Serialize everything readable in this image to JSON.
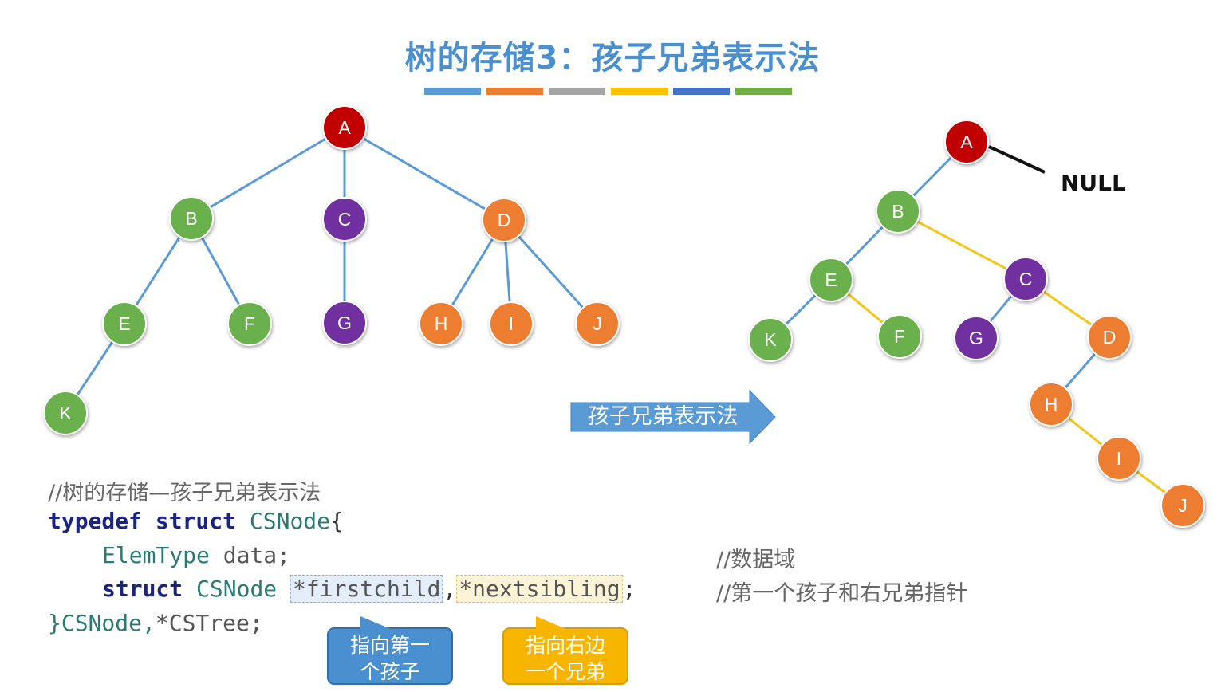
{
  "title": "树的存储3：孩子兄弟表示法",
  "bar_colors": [
    "#5b9bd5",
    "#ed7d31",
    "#a5a5a5",
    "#ffc000",
    "#4472c4",
    "#70ad47"
  ],
  "colors": {
    "red": "#c00000",
    "green": "#6ab04c",
    "purple": "#7030a0",
    "orange": "#ed7d31",
    "tree_edge": "#5b9bd5",
    "sibling_edge": "#f5c518"
  },
  "left_tree": {
    "nodes": [
      {
        "id": "A",
        "label": "A",
        "color": "red"
      },
      {
        "id": "B",
        "label": "B",
        "color": "green"
      },
      {
        "id": "C",
        "label": "C",
        "color": "purple"
      },
      {
        "id": "D",
        "label": "D",
        "color": "orange"
      },
      {
        "id": "E",
        "label": "E",
        "color": "green"
      },
      {
        "id": "F",
        "label": "F",
        "color": "green"
      },
      {
        "id": "G",
        "label": "G",
        "color": "purple"
      },
      {
        "id": "H",
        "label": "H",
        "color": "orange"
      },
      {
        "id": "I",
        "label": "I",
        "color": "orange"
      },
      {
        "id": "J",
        "label": "J",
        "color": "orange"
      },
      {
        "id": "K",
        "label": "K",
        "color": "green"
      }
    ],
    "edges": [
      [
        "A",
        "B"
      ],
      [
        "A",
        "C"
      ],
      [
        "A",
        "D"
      ],
      [
        "B",
        "E"
      ],
      [
        "B",
        "F"
      ],
      [
        "C",
        "G"
      ],
      [
        "D",
        "H"
      ],
      [
        "D",
        "I"
      ],
      [
        "D",
        "J"
      ],
      [
        "E",
        "K"
      ]
    ]
  },
  "right_tree": {
    "nodes": [
      {
        "id": "A",
        "label": "A",
        "color": "red"
      },
      {
        "id": "B",
        "label": "B",
        "color": "green"
      },
      {
        "id": "C",
        "label": "C",
        "color": "purple"
      },
      {
        "id": "D",
        "label": "D",
        "color": "orange"
      },
      {
        "id": "E",
        "label": "E",
        "color": "green"
      },
      {
        "id": "F",
        "label": "F",
        "color": "green"
      },
      {
        "id": "G",
        "label": "G",
        "color": "purple"
      },
      {
        "id": "H",
        "label": "H",
        "color": "orange"
      },
      {
        "id": "I",
        "label": "I",
        "color": "orange"
      },
      {
        "id": "J",
        "label": "J",
        "color": "orange"
      },
      {
        "id": "K",
        "label": "K",
        "color": "green"
      }
    ],
    "child_edges": [
      [
        "A",
        "B"
      ],
      [
        "B",
        "E"
      ],
      [
        "E",
        "K"
      ],
      [
        "C",
        "G"
      ],
      [
        "D",
        "H"
      ]
    ],
    "sibling_edges": [
      [
        "B",
        "C"
      ],
      [
        "C",
        "D"
      ],
      [
        "E",
        "F"
      ],
      [
        "H",
        "I"
      ],
      [
        "I",
        "J"
      ]
    ],
    "null_label": "NULL"
  },
  "arrow_label": "孩子兄弟表示法",
  "code": {
    "comment": "//树的存储—孩子兄弟表示法",
    "line1_kw": "typedef struct",
    "line1_type": "CSNode",
    "line1_end": "{",
    "line2_type": "ElemType",
    "line2_id": "data;",
    "line3_kw": "struct",
    "line3_type": "CSNode",
    "line3_ptr1": "*firstchild",
    "line3_comma": ",",
    "line3_ptr2": "*nextsibling",
    "line3_end": ";",
    "line4_a": "}CSNode,",
    "line4_b": "*CSTree;",
    "comment_data": "//数据域",
    "comment_ptrs": "//第一个孩子和右兄弟指针"
  },
  "callouts": {
    "firstchild": [
      "指向第一",
      "个孩子"
    ],
    "nextsibling": [
      "指向右边",
      "一个兄弟"
    ]
  }
}
